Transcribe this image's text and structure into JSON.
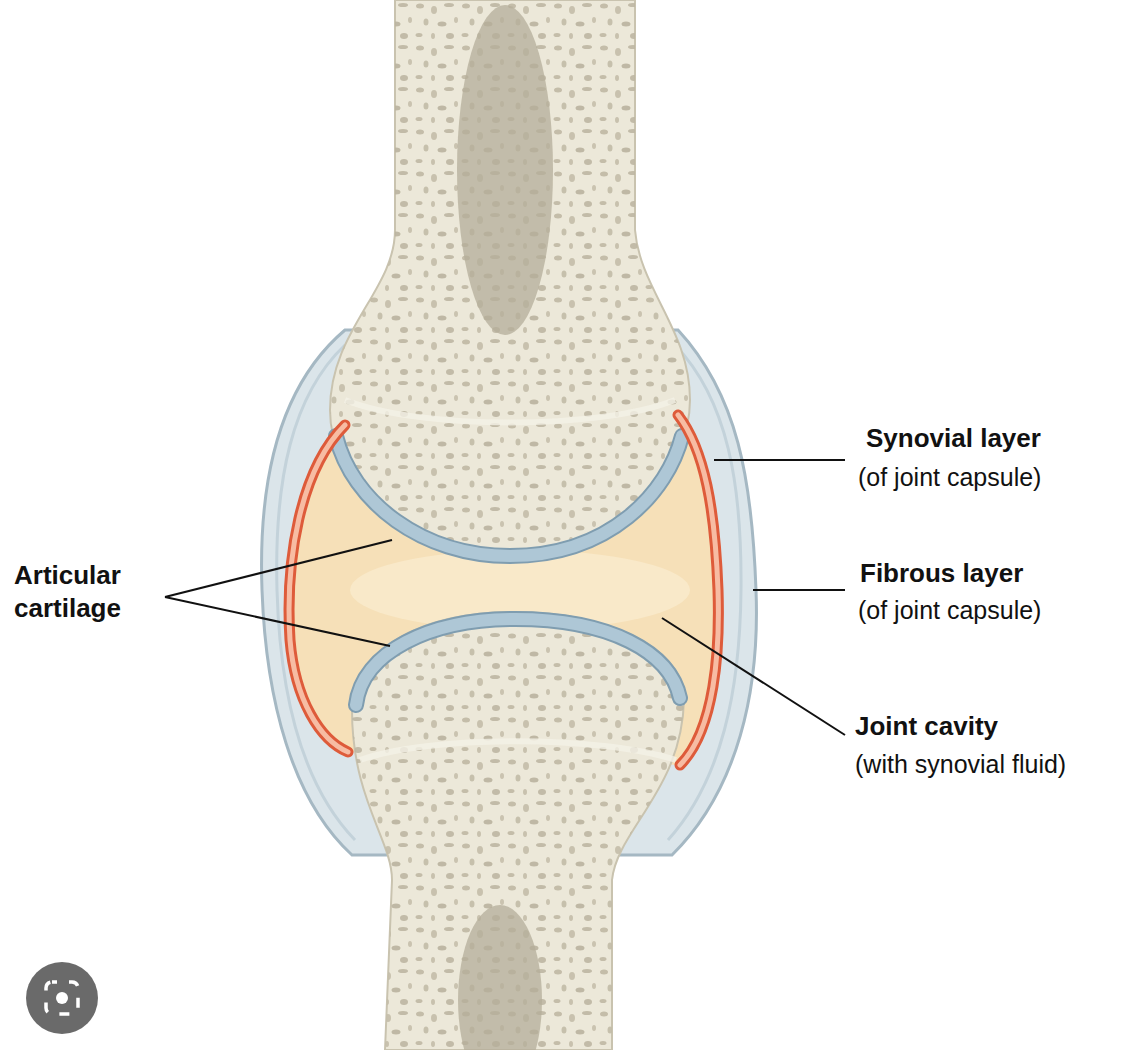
{
  "diagram": {
    "labels": [
      "Synovial layer",
      "(of joint capsule)",
      "Fibrous layer",
      "(of joint capsule)",
      "Articular cartilage",
      "Joint cavity",
      "(with synovial fluid)"
    ]
  }
}
